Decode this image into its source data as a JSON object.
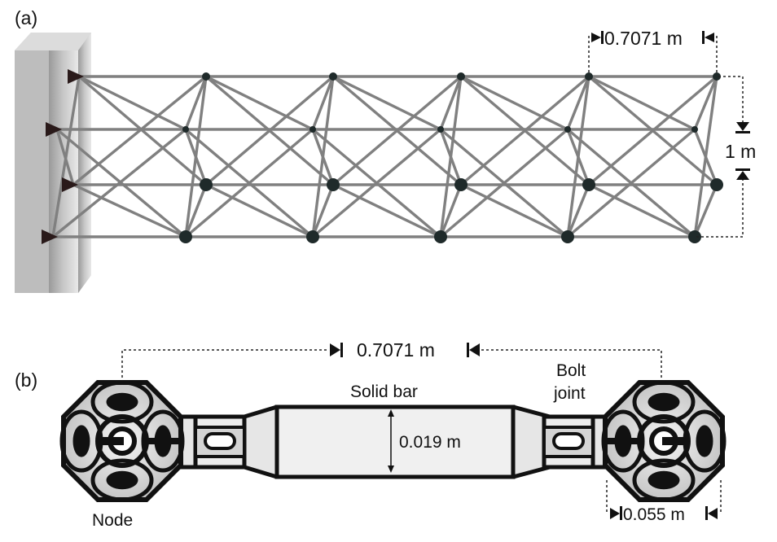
{
  "panel_a": {
    "label": "(a)",
    "bay_length": "0.7071 m",
    "height": "1 m"
  },
  "panel_b": {
    "label": "(b)",
    "member_length": "0.7071 m",
    "solid_bar_label": "Solid bar",
    "bar_diameter": "0.019 m",
    "bolt_joint_label_1": "Bolt",
    "bolt_joint_label_2": "joint",
    "node_label": "Node",
    "node_size": "0.055 m"
  },
  "colors": {
    "member": "#808080",
    "wall": "#b8b8b8",
    "node_fill": "#d8d8d8"
  }
}
